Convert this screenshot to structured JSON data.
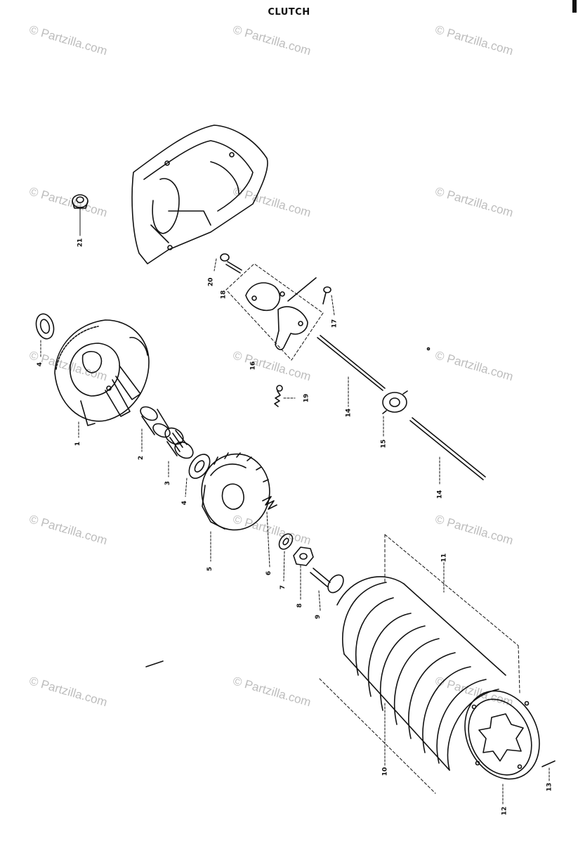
{
  "title": "CLUTCH",
  "watermark": "© Partzilla.com",
  "labels": [
    "21",
    "20",
    "18",
    "16",
    "17",
    "19",
    "14",
    "15",
    "14",
    "4",
    "1",
    "2",
    "3",
    "4",
    "5",
    "6",
    "7",
    "8",
    "9",
    "11",
    "10",
    "12",
    "13"
  ],
  "colors": {
    "line": "#111111",
    "watermark": "#bdbdbd",
    "background": "#ffffff"
  }
}
